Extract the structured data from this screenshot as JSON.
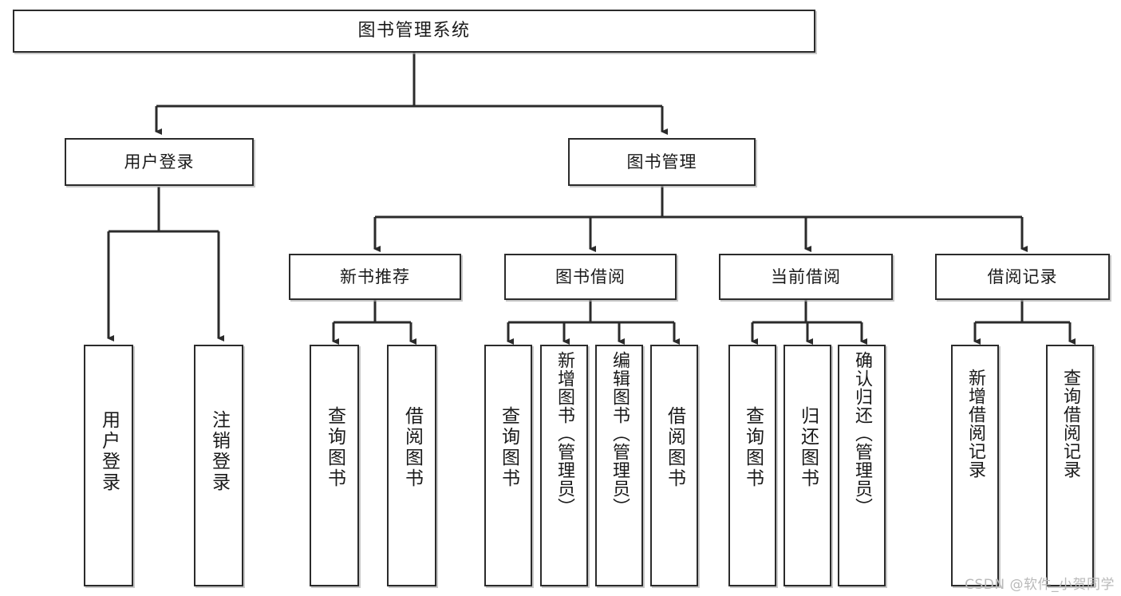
{
  "diagram": {
    "title": "图书管理系统",
    "type": "tree",
    "colors": {
      "box_border": "#2b2b2b",
      "box_fill": "#ffffff",
      "edge": "#2b2b2b",
      "text": "#1a1a1a",
      "watermark": "#b9b9b9",
      "background": "#ffffff"
    },
    "root": {
      "label": "图书管理系统"
    },
    "level2": [
      {
        "label": "用户登录"
      },
      {
        "label": "图书管理"
      }
    ],
    "level3": [
      {
        "label": "新书推荐"
      },
      {
        "label": "图书借阅"
      },
      {
        "label": "当前借阅"
      },
      {
        "label": "借阅记录"
      }
    ],
    "leaves": {
      "user_login": [
        {
          "label": "用户登录"
        },
        {
          "label": "注销登录"
        }
      ],
      "new_book_recommend": [
        {
          "label": "查询图书"
        },
        {
          "label": "借阅图书"
        }
      ],
      "book_borrow": [
        {
          "label": "查询图书"
        },
        {
          "label": "新增图书（管理员）"
        },
        {
          "label": "编辑图书（管理员）"
        },
        {
          "label": "借阅图书"
        }
      ],
      "current_borrow": [
        {
          "label": "查询图书"
        },
        {
          "label": "归还图书"
        },
        {
          "label": "确认归还（管理员）"
        }
      ],
      "borrow_records": [
        {
          "label": "新增借阅记录"
        },
        {
          "label": "查询借阅记录"
        }
      ]
    }
  },
  "watermark": {
    "text": "CSDN @软件_小贺同学"
  }
}
